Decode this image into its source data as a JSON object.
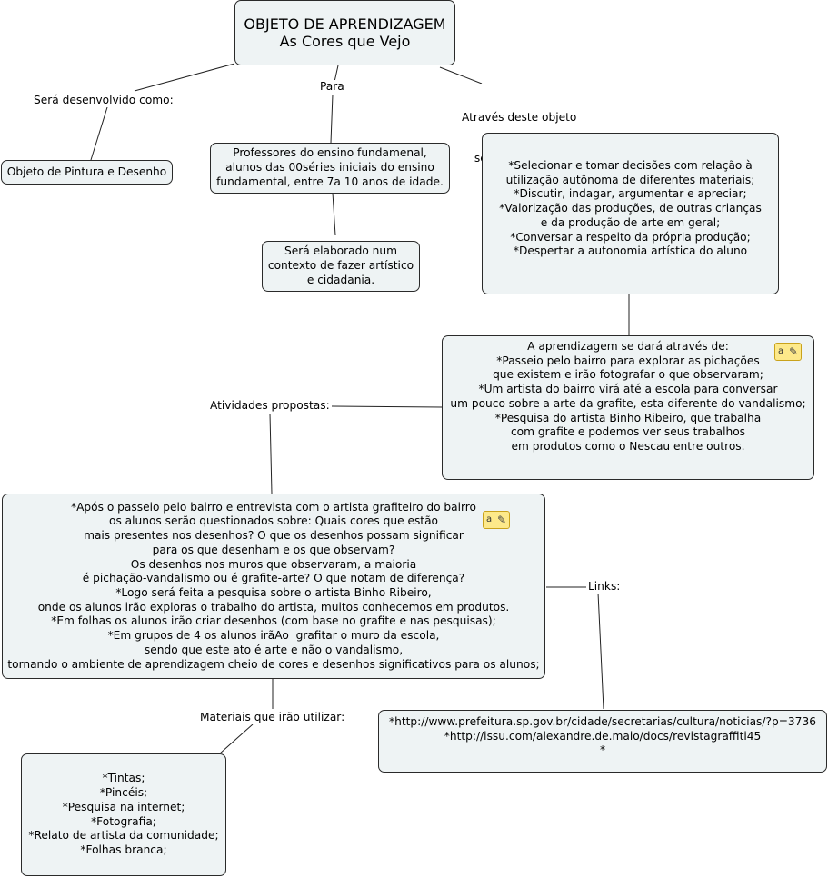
{
  "root": {
    "line1": "OBJETO DE APRENDIZAGEM",
    "line2": "As Cores que Vejo"
  },
  "labels": {
    "desenvolvido": "Será desenvolvido como:",
    "para": "Para",
    "atraves": [
      "Através deste objeto",
      "será construido:"
    ],
    "atividades": "Atividades propostas:",
    "links": "Links:",
    "materiais": "Materiais que irão utilizar:"
  },
  "nodes": {
    "objeto": [
      "Objeto de Pintura e Desenho"
    ],
    "professores": [
      "Professores do ensino fundamenal,",
      "alunos das 00séries iniciais do ensino",
      "fundamental, entre 7a 10 anos de idade."
    ],
    "elaborado": [
      "Será elaborado num",
      "contexto de fazer artístico",
      "e cidadania."
    ],
    "objetivos": [
      "*Selecionar e tomar decisões com relação à",
      "utilização autônoma de diferentes materiais;",
      "*Discutir, indagar, argumentar e apreciar;",
      "*Valorização das produções, de outras crianças",
      "e da produção de arte em geral;",
      "*Conversar a respeito da própria produção;",
      "*Despertar a autonomia artística do aluno"
    ],
    "aprendizagem": [
      "A aprendizagem se dará através de:",
      "*Passeio pelo bairro para explorar as pichações",
      "que existem e irão fotografar o que observaram;",
      "*Um artista do bairro virá até a escola para conversar",
      "um pouco sobre a arte da grafite, esta diferente do vandalismo;",
      "*Pesquisa do artista Binho Ribeiro, que trabalha",
      "com grafite e podemos ver seus trabalhos",
      "em produtos como o Nescau entre outros."
    ],
    "atividades": [
      "*Após o passeio pelo bairro e entrevista com o artista grafiteiro do bairro",
      "os alunos serão questionados sobre: Quais cores que estão",
      "mais presentes nos desenhos? O que os desenhos possam significar",
      "para os que desenham e os que observam?",
      "Os desenhos nos muros que observaram, a maioria",
      "é pichação-vandalismo ou é grafite-arte? O que notam de diferença?",
      "*Logo será feita a pesquisa sobre o artista Binho Ribeiro,",
      "onde os alunos irão exploras o trabalho do artista, muitos conhecemos em produtos.",
      "*Em folhas os alunos irão criar desenhos (com base no grafite e nas pesquisas);",
      "*Em grupos de 4 os alunos irãAo  grafitar o muro da escola,",
      "sendo que este ato é arte e não o vandalismo,",
      "tornando o ambiente de aprendizagem cheio de cores e desenhos significativos para os alunos;"
    ],
    "links": [
      "*http://www.prefeitura.sp.gov.br/cidade/secretarias/cultura/noticias/?p=3736",
      "*http://issu.com/alexandre.de.maio/docs/revistagraffiti45",
      "*"
    ],
    "materiais": [
      "*Tintas;",
      "*Pincéis;",
      "*Pesquisa na internet;",
      "*Fotografia;",
      "*Relato de artista da comunidade;",
      "*Folhas branca;"
    ]
  },
  "note_icon_text": "a"
}
